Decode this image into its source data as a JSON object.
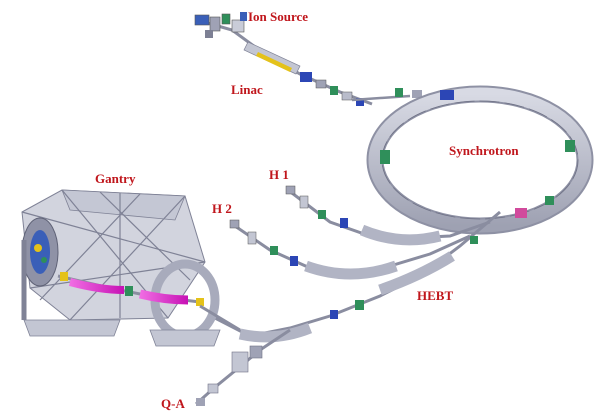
{
  "labels": {
    "ion_source": "Ion Source",
    "linac": "Linac",
    "synchrotron": "Synchrotron",
    "gantry": "Gantry",
    "h1": "H 1",
    "h2": "H 2",
    "hebt": "HEBT",
    "qa": "Q-A"
  },
  "colors": {
    "label": "#c0161c",
    "structure": "#b9bccb",
    "structure_edge": "#7f8296",
    "gantry_beam": "#e01fcf",
    "magnet_blue": "#2c46b5",
    "accent_green": "#2f8f5a",
    "accent_yellow": "#e4c21a"
  }
}
